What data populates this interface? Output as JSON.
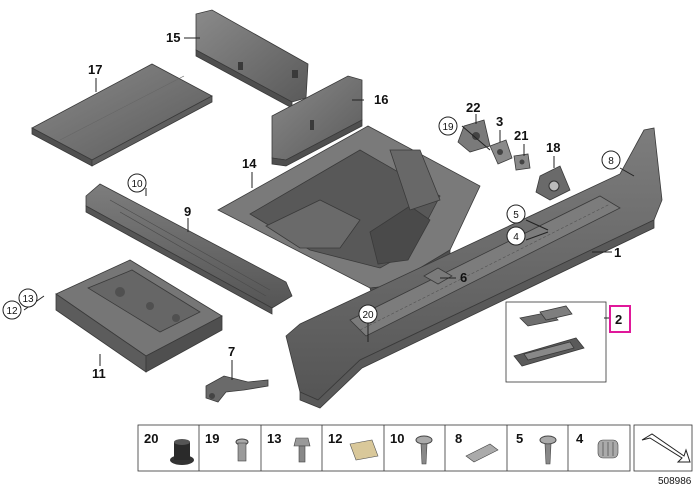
{
  "callouts": {
    "c15": "15",
    "c16": "16",
    "c17": "17",
    "c14": "14",
    "c9": "9",
    "c11": "11",
    "c7": "7",
    "c22": "22",
    "c3": "3",
    "c21": "21",
    "c18": "18",
    "c1": "1",
    "c6": "6",
    "c2": "2"
  },
  "circled": {
    "r19": "19",
    "r8": "8",
    "r10": "10",
    "r5": "5",
    "r4": "4",
    "r13": "13",
    "r12": "12",
    "r20": "20"
  },
  "strip": [
    "20",
    "19",
    "13",
    "12",
    "10",
    "8",
    "5",
    "4"
  ],
  "diagram_id": "508986",
  "colors": {
    "part": "#6f6f6f",
    "part_dark": "#4f4f4f",
    "highlight": "#e0189a"
  }
}
